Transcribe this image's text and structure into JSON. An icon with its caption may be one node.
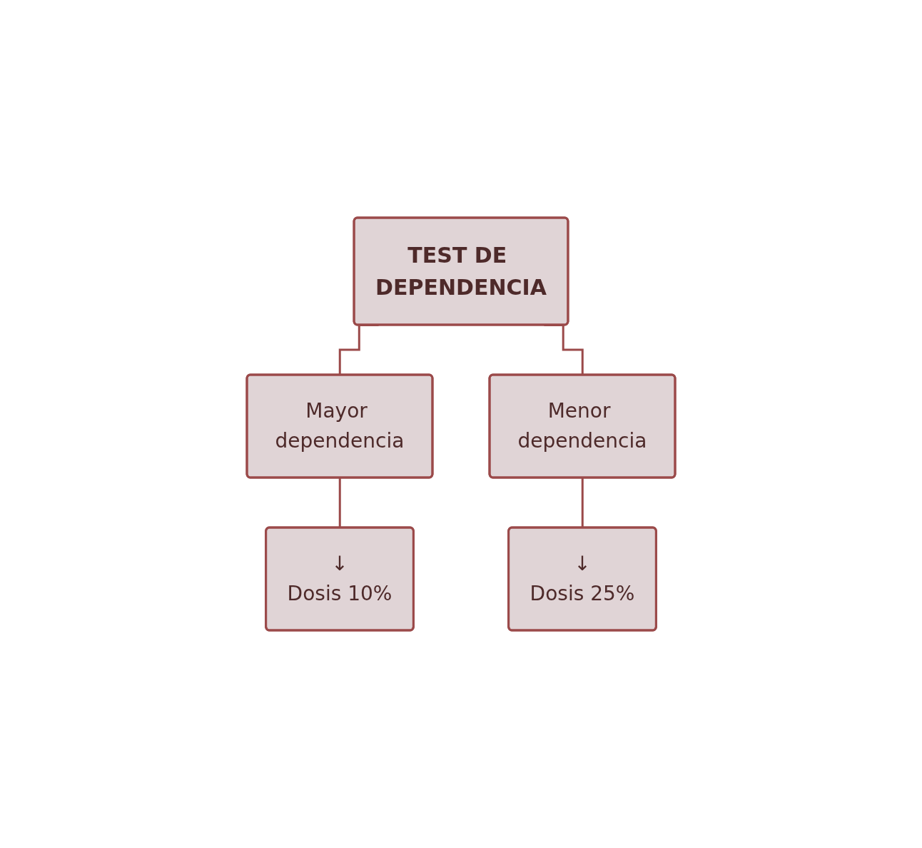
{
  "diagram": {
    "nodes": [
      {
        "text": [
          "TEST DE DEPENDENCIA"
        ]
      },
      {
        "text": [
          "Mayor dependencia"
        ]
      },
      {
        "text": [
          "Menor dependencia"
        ]
      },
      {
        "text": [
          "↓",
          "Dosis 10%"
        ]
      },
      {
        "text": [
          "↓",
          "Dosis 25%"
        ]
      }
    ],
    "edges": [
      {
        "from": 0,
        "to": 1,
        "arrow": "none"
      },
      {
        "from": 0,
        "to": 2,
        "arrow": "none"
      },
      {
        "from": 1,
        "to": 3,
        "arrow": "none"
      },
      {
        "from": 2,
        "to": 4,
        "arrow": "none"
      }
    ]
  }
}
